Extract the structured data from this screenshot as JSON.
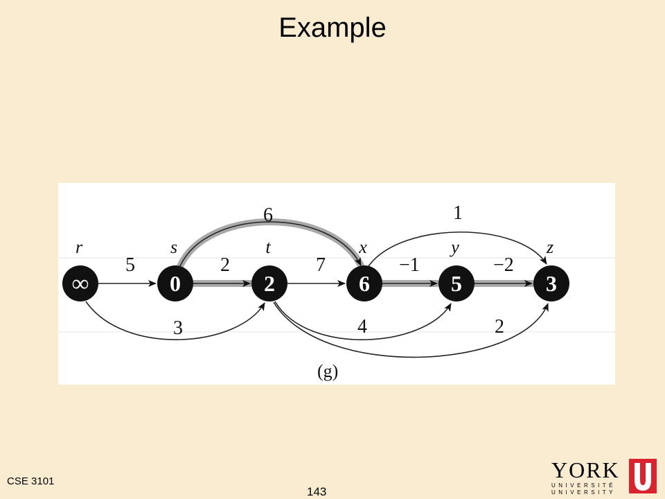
{
  "slide": {
    "title": "Example",
    "course": "CSE 3101",
    "page": "143"
  },
  "diagram": {
    "caption": "(g)",
    "nodes": [
      {
        "id": "r",
        "label": "r",
        "value": "∞"
      },
      {
        "id": "s",
        "label": "s",
        "value": "0"
      },
      {
        "id": "t",
        "label": "t",
        "value": "2"
      },
      {
        "id": "x",
        "label": "x",
        "value": "6"
      },
      {
        "id": "y",
        "label": "y",
        "value": "5"
      },
      {
        "id": "z",
        "label": "z",
        "value": "3"
      }
    ],
    "edges": [
      {
        "from": "r",
        "to": "s",
        "weight": "5",
        "highlighted": false
      },
      {
        "from": "s",
        "to": "t",
        "weight": "2",
        "highlighted": true
      },
      {
        "from": "t",
        "to": "x",
        "weight": "7",
        "highlighted": false
      },
      {
        "from": "x",
        "to": "y",
        "weight": "−1",
        "highlighted": true
      },
      {
        "from": "y",
        "to": "z",
        "weight": "−2",
        "highlighted": true
      },
      {
        "from": "s",
        "to": "x",
        "weight": "6",
        "highlighted": true
      },
      {
        "from": "x",
        "to": "z",
        "weight": "1",
        "highlighted": false
      },
      {
        "from": "r",
        "to": "t",
        "weight": "3",
        "highlighted": false
      },
      {
        "from": "t",
        "to": "y",
        "weight": "4",
        "highlighted": false
      },
      {
        "from": "t",
        "to": "z",
        "weight": "2",
        "highlighted": false
      }
    ],
    "colors": {
      "node": "#111111",
      "highlight": "#a9a9a9",
      "edge": "#222222"
    }
  },
  "logo": {
    "word": "YORK",
    "line1": "UNIVERSITÉ",
    "line2": "UNIVERSITY",
    "mark_color": "#d9232e"
  }
}
